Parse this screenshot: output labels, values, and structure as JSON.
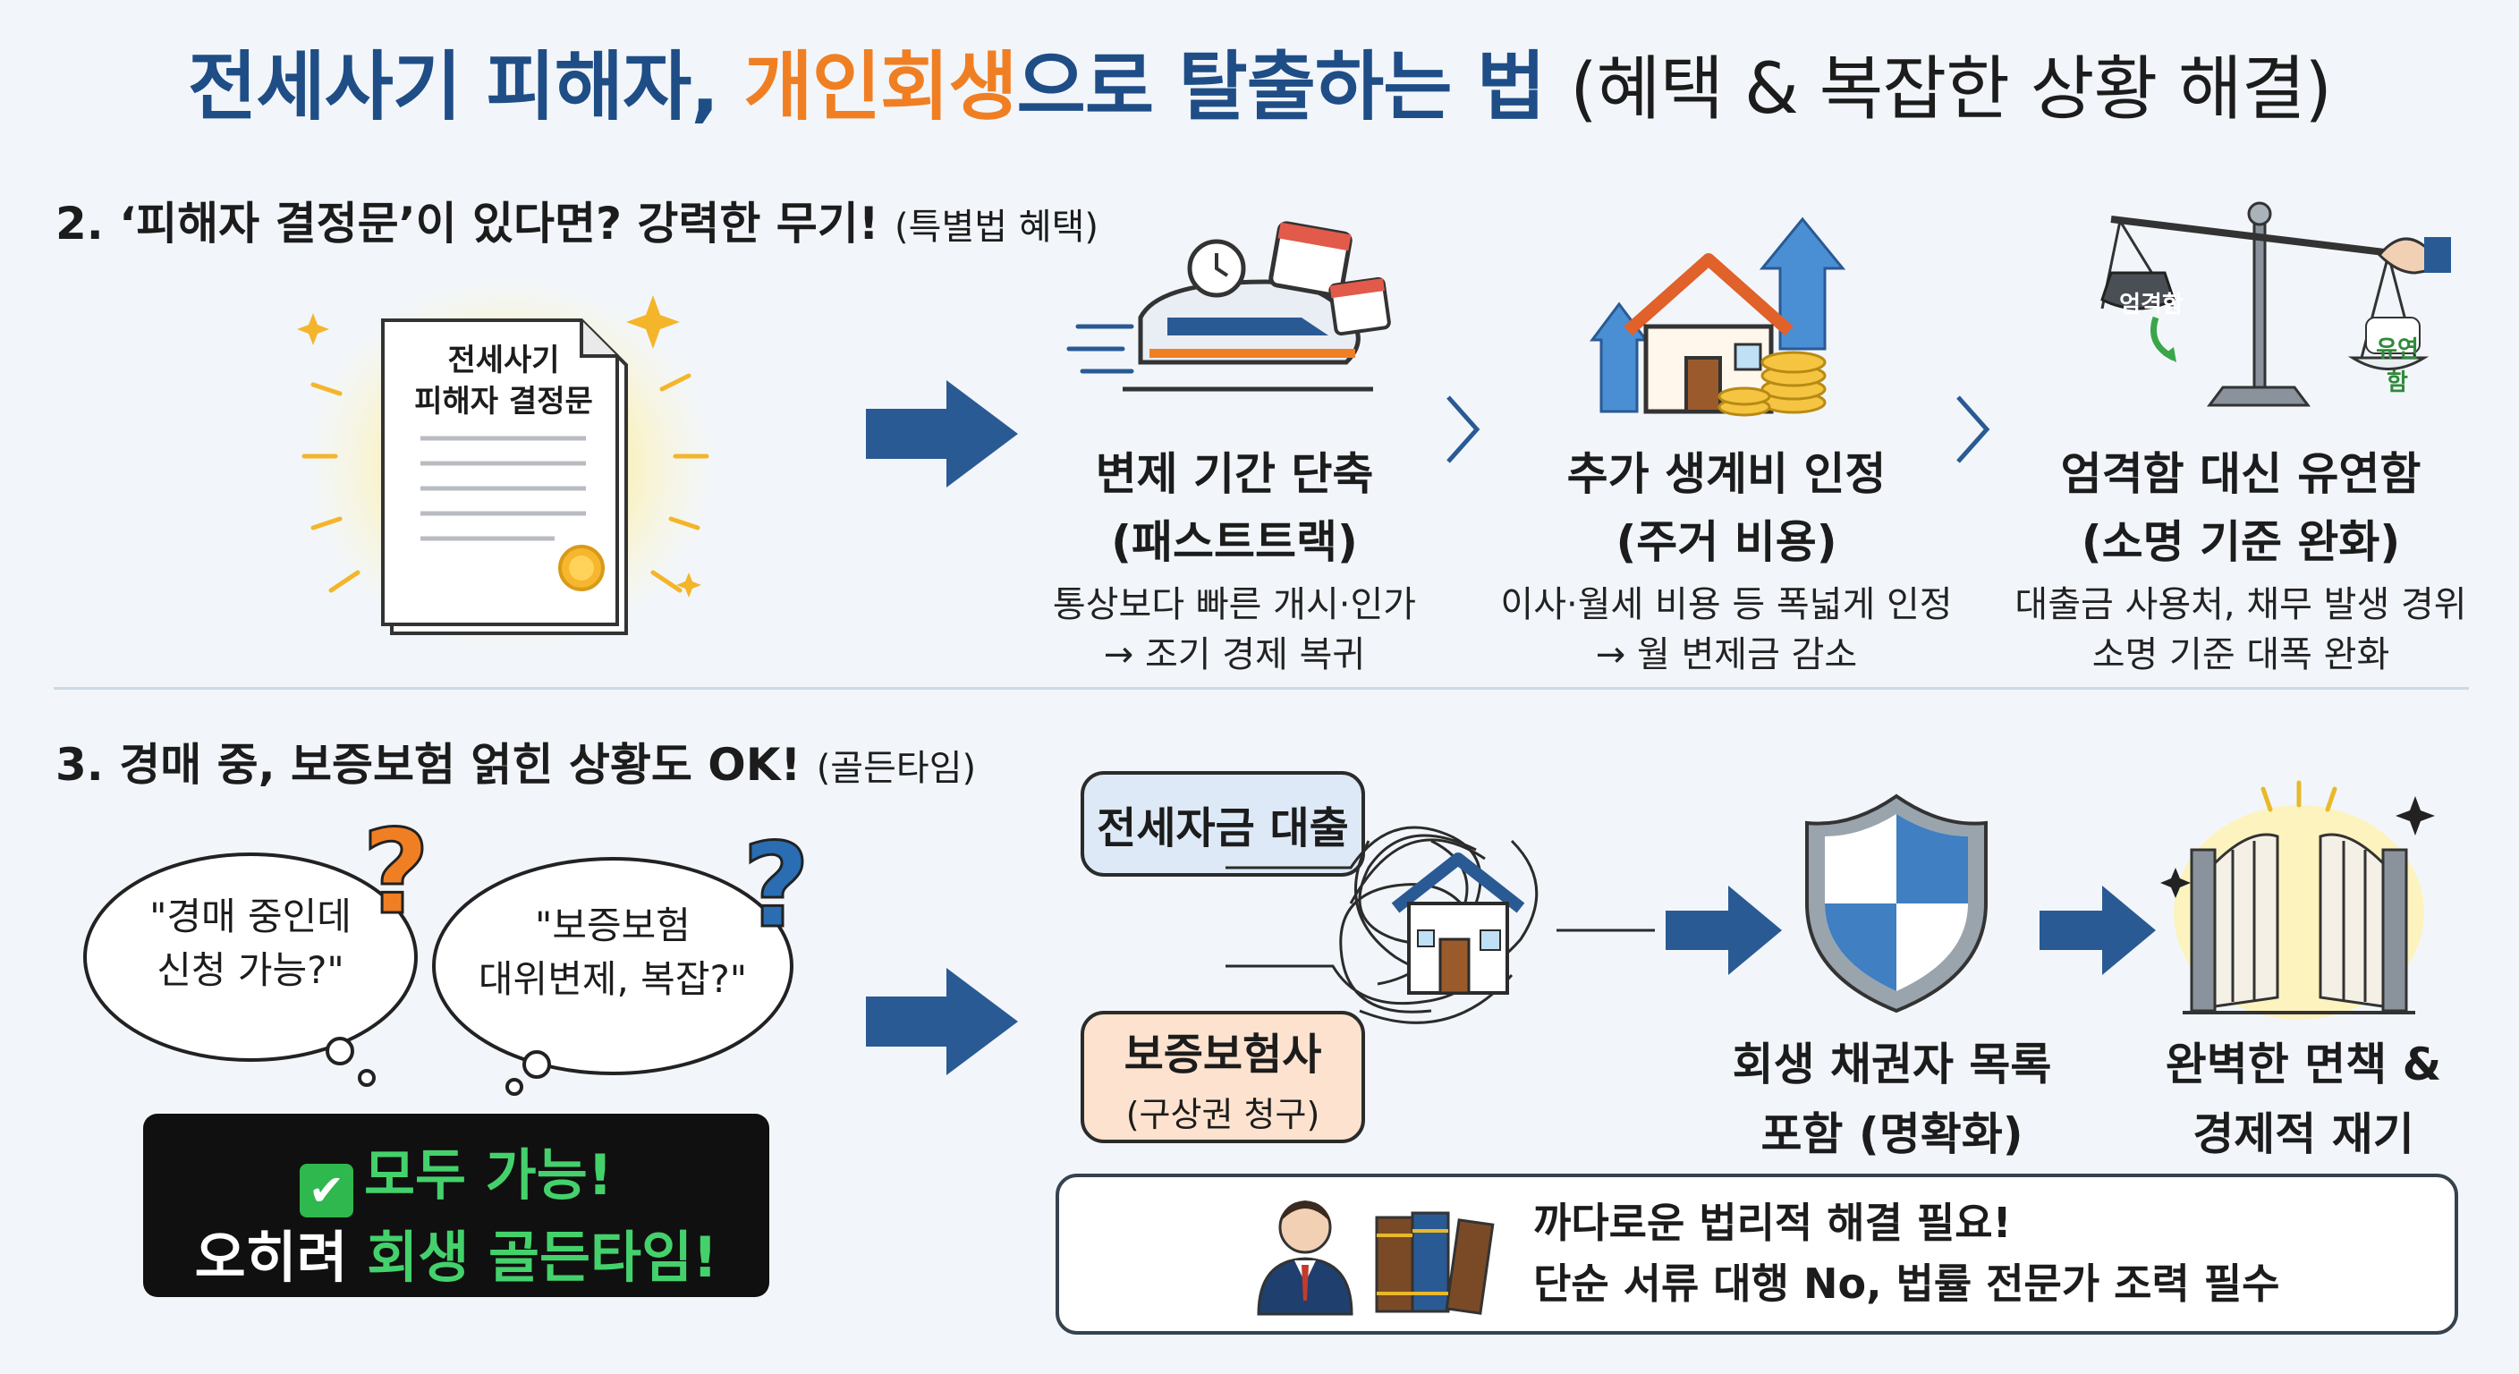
{
  "title": {
    "part1": "전세사기 피해자,",
    "part2": "개인회생",
    "part3": "으로 탈출하는 법",
    "part4": "(혜택 & 복잡한 상황 해결)"
  },
  "section2": {
    "heading": "2. ‘피해자 결정문’이 있다면? 강력한 무기!",
    "heading_sub": "(특별법 혜택)",
    "document": {
      "line1": "전세사기",
      "line2": "피해자 결정문"
    },
    "benefits": [
      {
        "title": "변제 기간 단축",
        "subtitle": "(패스트트랙)",
        "desc1": "통상보다 빠른 개시·인가",
        "desc2": "→ 조기 경제 복귀"
      },
      {
        "title": "추가 생계비 인정",
        "subtitle": "(주거 비용)",
        "desc1": "이사·월세 비용 등 폭넓게 인정",
        "desc2": "→ 월 변제금 감소"
      },
      {
        "title": "엄격함 대신 유연함",
        "subtitle": "(소명 기준 완화)",
        "desc1": "대출금 사용처, 채무 발생 경위",
        "desc2": "소명 기준 대폭 완화"
      }
    ],
    "scale": {
      "left_label": "엄격함",
      "right_label": "유연함"
    }
  },
  "section3": {
    "heading": "3. 경매 중, 보증보험 얽힌 상황도 OK!",
    "heading_sub": "(골든타임)",
    "bubble1": {
      "line1": "\"경매 중인데",
      "line2": "신청 가능?\""
    },
    "bubble2": {
      "line1": "\"보증보험",
      "line2": "대위변제, 복잡?\""
    },
    "goal": {
      "check": "✔",
      "line1": "모두 가능!",
      "line2a": "오히려 ",
      "line2b": "회생 골든타임!"
    },
    "loan_box": "전세자금 대출",
    "insurer_box": {
      "line1": "보증보험사",
      "line2": "(구상권 청구)"
    },
    "step1": {
      "line1": "회생 채권자 목록",
      "line2": "포함 (명확화)"
    },
    "step2": {
      "line1": "완벽한 면책 &",
      "line2": "경제적 재기"
    },
    "note": {
      "line1": "까다로운 법리적 해결 필요!",
      "line2": "단순 서류 대행 No, 법률 전문가 조력 필수"
    }
  },
  "colors": {
    "navy": "#1f4d86",
    "orange": "#f07f23",
    "green": "#44d16b",
    "arrow": "#2a5a94"
  }
}
